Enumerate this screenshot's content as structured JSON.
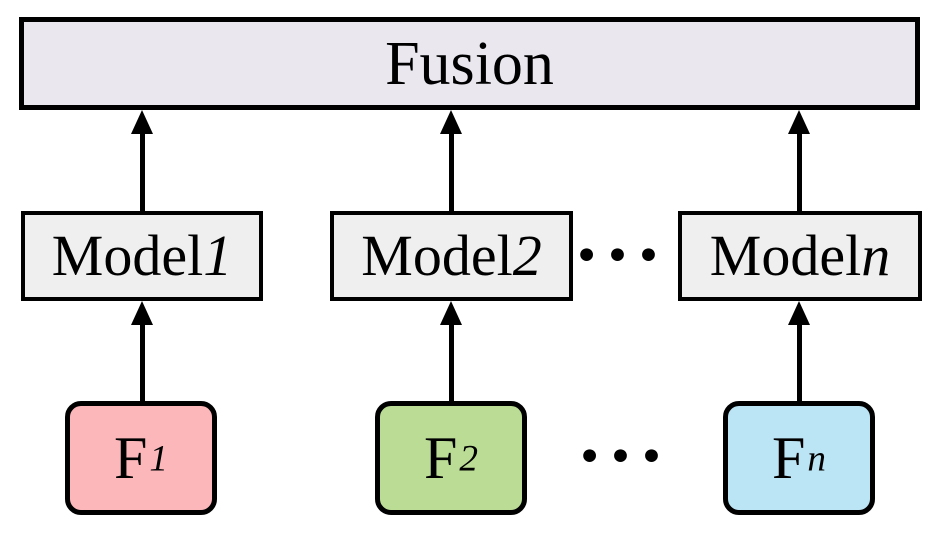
{
  "diagram": {
    "fusion": {
      "label": "Fusion",
      "bg": "#EAE7EF"
    },
    "models": [
      {
        "label_base": "Model",
        "label_suffix": "1",
        "bg": "#F0EFF0"
      },
      {
        "label_base": "Model",
        "label_suffix": "2",
        "bg": "#F0EFF0"
      },
      {
        "label_base": "Model",
        "label_suffix": "n",
        "bg": "#F0EFF0"
      }
    ],
    "features": [
      {
        "label_base": "F",
        "label_sub": "1",
        "bg": "#FCB7BB"
      },
      {
        "label_base": "F",
        "label_sub": "2",
        "bg": "#BBDC94"
      },
      {
        "label_base": "F",
        "label_sub": "n",
        "bg": "#BBE4F4"
      }
    ],
    "ellipsis_models": "•••",
    "ellipsis_features": "•••",
    "stroke_color": "#000000"
  }
}
